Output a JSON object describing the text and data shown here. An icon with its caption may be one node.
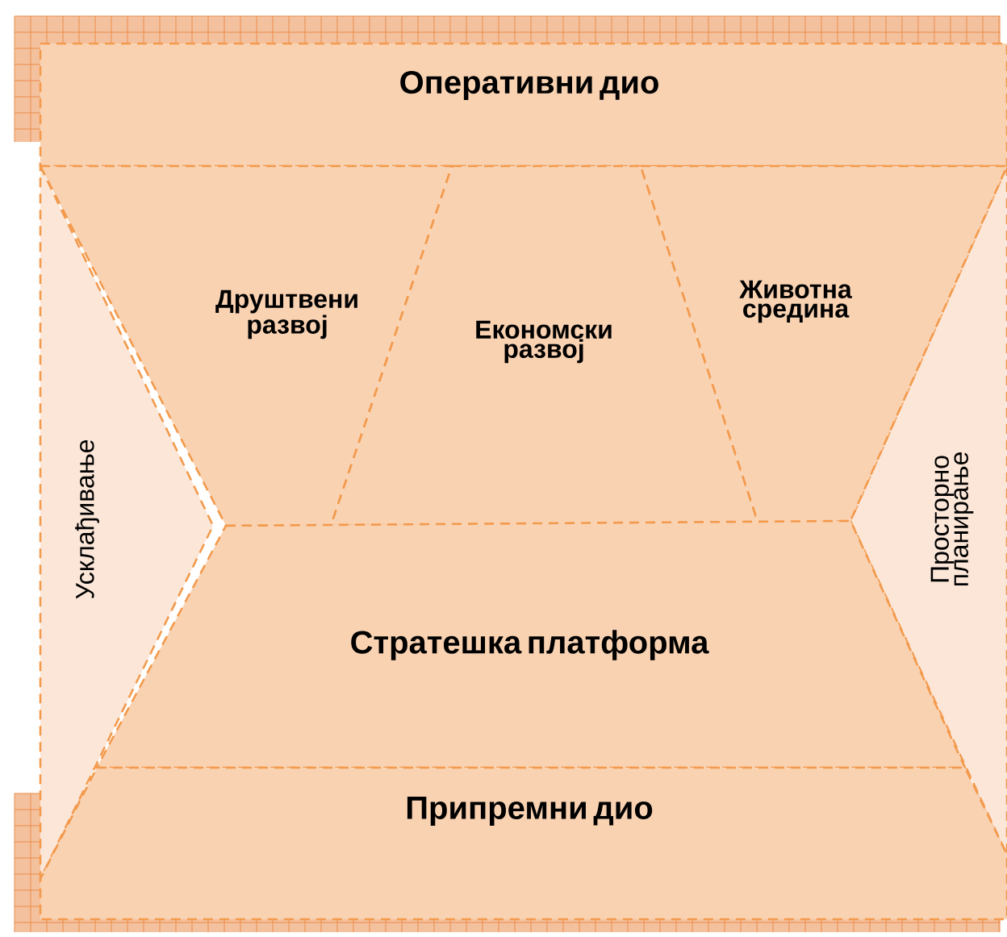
{
  "diagram": {
    "nodes": [
      {
        "text": [
          "Оперативни дио"
        ]
      },
      {
        "text": [
          "Друштвени развој"
        ]
      },
      {
        "text": [
          "Економски развој"
        ]
      },
      {
        "text": [
          "Животна средина"
        ]
      },
      {
        "text": [
          "Стратешка платформа"
        ]
      },
      {
        "text": [
          "Припремни дио"
        ]
      },
      {
        "text": [
          "Усклађивање"
        ]
      },
      {
        "text": [
          "Просторно планирање"
        ]
      }
    ]
  }
}
